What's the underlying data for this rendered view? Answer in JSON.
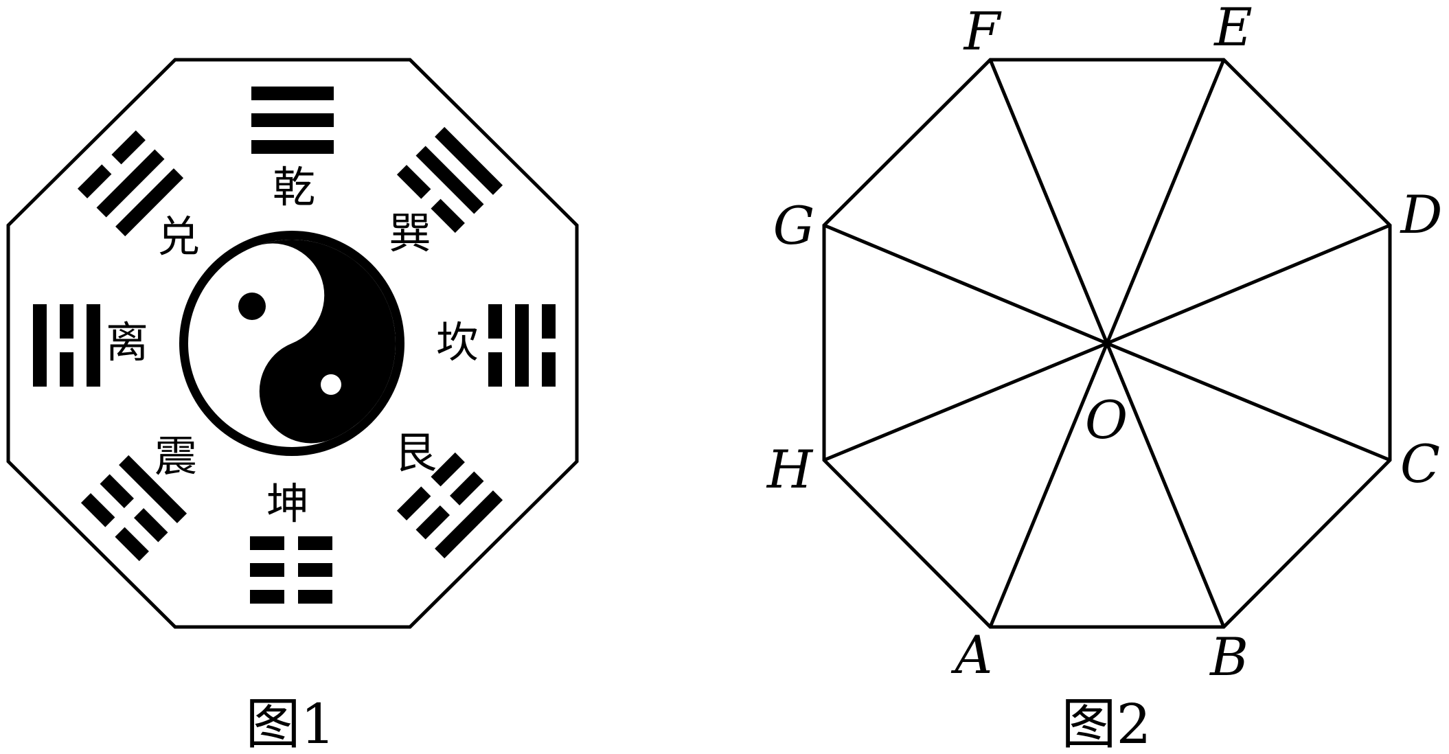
{
  "figure1": {
    "caption": "图1",
    "trigrams": [
      {
        "key": "qian",
        "name": "乾",
        "lines": [
          1,
          1,
          1
        ]
      },
      {
        "key": "xun",
        "name": "巽",
        "lines": [
          1,
          1,
          0
        ]
      },
      {
        "key": "kan",
        "name": "坎",
        "lines": [
          0,
          1,
          0
        ]
      },
      {
        "key": "gen",
        "name": "艮",
        "lines": [
          1,
          0,
          0
        ]
      },
      {
        "key": "kun",
        "name": "坤",
        "lines": [
          0,
          0,
          0
        ]
      },
      {
        "key": "zhen",
        "name": "震",
        "lines": [
          0,
          0,
          1
        ]
      },
      {
        "key": "li",
        "name": "离",
        "lines": [
          1,
          0,
          1
        ]
      },
      {
        "key": "dui",
        "name": "兑",
        "lines": [
          0,
          1,
          1
        ]
      }
    ]
  },
  "figure2": {
    "caption": "图2",
    "vertices": [
      "A",
      "B",
      "C",
      "D",
      "E",
      "F",
      "G",
      "H"
    ],
    "center": "O"
  }
}
